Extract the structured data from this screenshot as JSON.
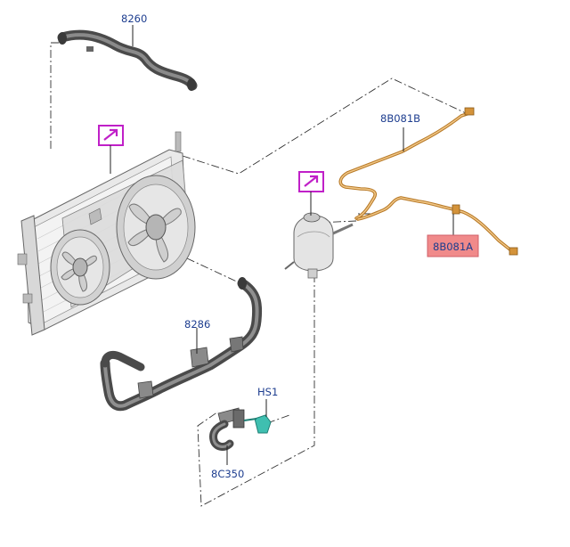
{
  "colors": {
    "callout_text": "#1d3d8f",
    "highlight_fill": "#f08a8a",
    "highlight_stroke": "#d0606a",
    "marker": "#c020c8",
    "hose_dark": "#5a5a5a",
    "pipe_orange": "#d4933a",
    "clip_teal": "#3fbfb0"
  },
  "callouts": {
    "c8260": "8260",
    "c8B081B": "8B081B",
    "c8B081A": "8B081A",
    "c8286": "8286",
    "cHS1": "HS1",
    "c8C350": "8C350"
  },
  "markers": [
    {
      "name": "radiator-reference-marker",
      "icon": "arrow-up-right-icon"
    },
    {
      "name": "reservoir-reference-marker",
      "icon": "arrow-up-right-icon"
    }
  ],
  "highlighted_part": "8B081A"
}
